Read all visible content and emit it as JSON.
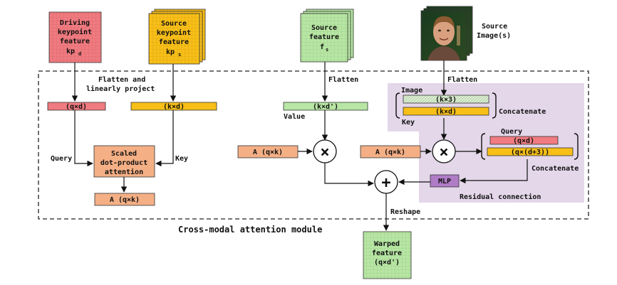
{
  "inputs": {
    "driving": {
      "lines": [
        "Driving",
        "keypoint",
        "feature"
      ],
      "symbol": "kp",
      "sub": "d"
    },
    "source_kp": {
      "lines": [
        "Source",
        "keypoint",
        "feature"
      ],
      "symbol": "kp",
      "sub": "s"
    },
    "source_feature": {
      "lines": [
        "Source",
        "feature"
      ],
      "symbol": "f",
      "sub": "s"
    },
    "source_image": {
      "lines": [
        "Source",
        "Image(s)"
      ]
    }
  },
  "labels": {
    "flatten_project": [
      "Flatten and",
      "linearly project"
    ],
    "flatten_mid": "Flatten",
    "flatten_right": "Flatten",
    "value": "Value",
    "query": "Query",
    "key": "Key",
    "image": "Image",
    "key_right": "Key",
    "query_right": "Query",
    "concatenate_top": "Concatenate",
    "concatenate_bottom": "Concatenate",
    "residual": "Residual connection",
    "reshape": "Reshape",
    "module_title": "Cross-modal attention module"
  },
  "bars": {
    "qd_left": "(q×d)",
    "kd_left": "(k×d)",
    "kd_value": "(k×d')",
    "k3_image": "(k×3)",
    "kd_key": "(k×d)",
    "qd_query": "(q×d)",
    "qd3": "(q×(d+3))"
  },
  "blocks": {
    "scaled_attention": [
      "Scaled",
      "dot-product",
      "attention"
    ],
    "a_left": "A (q×k)",
    "a_mid": "A (q×k)",
    "a_right": "A (q×k)",
    "mlp": "MLP"
  },
  "output": {
    "lines": [
      "Warped",
      "feature",
      "(q×d')"
    ]
  },
  "ops": {
    "multiply": "×",
    "add": "+"
  },
  "colors": {
    "red": "#f07b80",
    "orange": "#f4af85",
    "yellow": "#f8bf18",
    "green": "#b8e6a4",
    "purple_bg": "#e4d7ea",
    "purple_block": "#b07cc6"
  }
}
